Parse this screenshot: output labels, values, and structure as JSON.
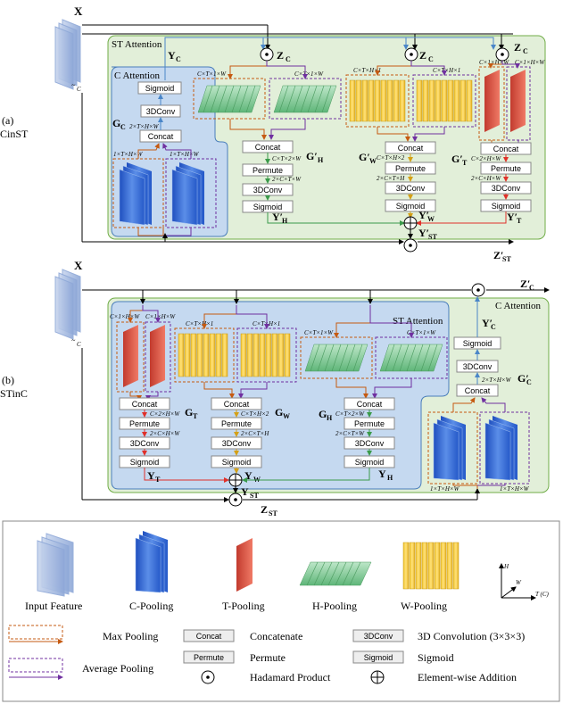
{
  "panel_a": {
    "label": "(a)",
    "name": "CinST",
    "input": "X",
    "st_attention": "ST Attention",
    "c_attention": "C Attention",
    "y_c": "Y",
    "y_c_sub": "C",
    "g_c": "G",
    "g_c_sub": "C",
    "z_c": "Z",
    "z_c_sub": "C",
    "x_tilde": "X",
    "x_tilde_sub": "C",
    "g_h": "G′",
    "g_h_sub": "H",
    "g_w": "G′",
    "g_w_sub": "W",
    "g_t": "G′",
    "g_t_sub": "T",
    "y_h": "Y′",
    "y_h_sub": "H",
    "y_w": "Y′",
    "y_w_sub": "W",
    "y_t": "Y′",
    "y_t_sub": "T",
    "y_st": "Y′",
    "y_st_sub": "ST",
    "z_st": "Z′",
    "z_st_sub": "ST",
    "dim_c1": "1×T×H×W",
    "dim_c2": "1×T×H×W",
    "dim_cc": "2×T×H×W",
    "dim_h1": "C×T×1×W",
    "dim_h2": "C×T×1×W",
    "dim_h3": "C×T×2×W",
    "dim_h4": "2×C×T×W",
    "dim_w1": "C×T×H×1",
    "dim_w2": "C×T×H×1",
    "dim_w3": "C×T×H×2",
    "dim_w4": "2×C×T×H",
    "dim_t1": "C×1×H×W",
    "dim_t2": "C×1×H×W",
    "dim_t3": "C×2×H×W",
    "dim_t4": "2×C×H×W"
  },
  "panel_b": {
    "label": "(b)",
    "name": "STinC",
    "input": "X",
    "st_attention": "ST Attention",
    "c_attention": "C Attention",
    "z_c": "Z′",
    "z_c_sub": "C",
    "y_c": "Y′",
    "y_c_sub": "C",
    "g_c": "G′",
    "g_c_sub": "C",
    "x_tilde": "X",
    "x_tilde_sub": "C",
    "g_t": "G",
    "g_t_sub": "T",
    "g_w": "G",
    "g_w_sub": "W",
    "g_h": "G",
    "g_h_sub": "H",
    "y_t": "Y",
    "y_t_sub": "T",
    "y_w": "Y",
    "y_w_sub": "W",
    "y_h": "Y",
    "y_h_sub": "H",
    "y_st": "Y",
    "y_st_sub": "ST",
    "z_st": "Z",
    "z_st_sub": "ST",
    "dim_t1": "C×1×H×W",
    "dim_t2": "C×1×H×W",
    "dim_t3": "C×2×H×W",
    "dim_t4": "2×C×H×W",
    "dim_w1": "C×T×H×1",
    "dim_w2": "C×T×H×1",
    "dim_w3": "C×T×H×2",
    "dim_w4": "2×C×T×H",
    "dim_h1": "C×T×1×W",
    "dim_h2": "C×T×1×W",
    "dim_h3": "C×T×2×W",
    "dim_h4": "2×C×T×W",
    "dim_cc": "2×T×H×W",
    "dim_c1": "1×T×H×W",
    "dim_c2": "1×T×H×W"
  },
  "ops": {
    "concat": "Concat",
    "permute": "Permute",
    "conv": "3DConv",
    "sigmoid": "Sigmoid"
  },
  "legend": {
    "input_feature": "Input Feature",
    "c_pooling": "C-Pooling",
    "t_pooling": "T-Pooling",
    "h_pooling": "H-Pooling",
    "w_pooling": "W-Pooling",
    "max_pooling": "Max Pooling",
    "avg_pooling": "Average Pooling",
    "concat_box": "Concat",
    "concat_desc": "Concatenate",
    "permute_box": "Permute",
    "permute_desc": "Permute",
    "hadamard_desc": "Hadamard Product",
    "conv_box": "3DConv",
    "conv_desc": "3D Convolution (3×3×3)",
    "sigmoid_box": "Sigmoid",
    "sigmoid_desc": "Sigmoid",
    "add_desc": "Element-wise Addition",
    "axis_h": "H",
    "axis_w": "W",
    "axis_t": "T (C)"
  },
  "colors": {
    "green_panel": "#e2efd9",
    "green_border": "#70ad47",
    "blue_panel": "#c5d9f0",
    "blue_border": "#4a7ebb",
    "orange": "#c55a11",
    "purple": "#7030a0",
    "green_arrow": "#4caf50",
    "red_arrow": "#e0302a",
    "blue_arrow": "#4a86c8"
  }
}
